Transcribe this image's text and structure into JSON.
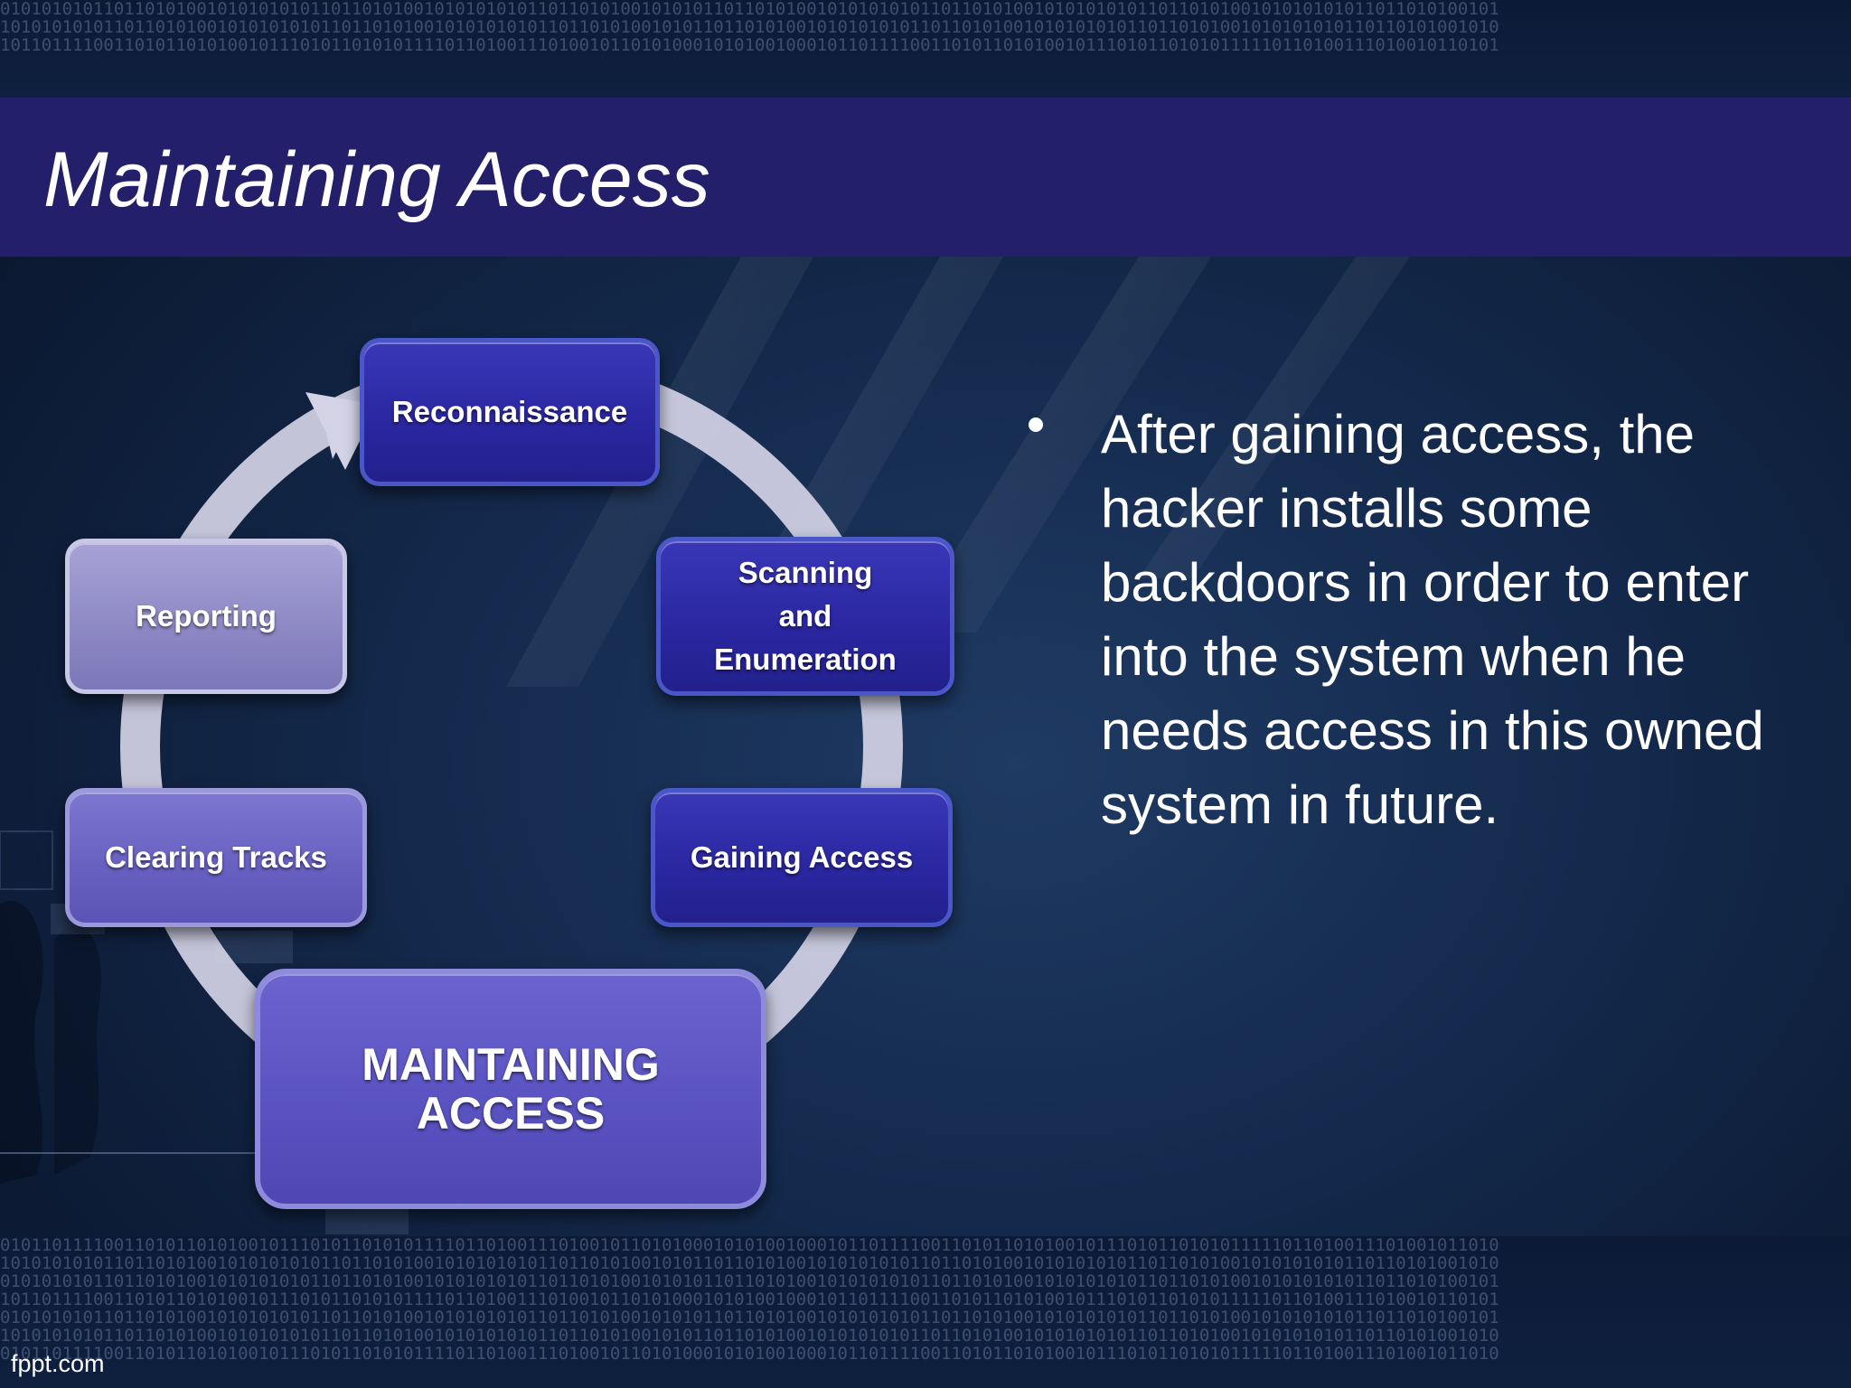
{
  "slide": {
    "title": "Maintaining Access",
    "footer_brand": "fppt.com"
  },
  "binary": {
    "top_lines": [
      "0101010101101101010010101010101101101010010101010101101101010010101011011010100101010101011011010100101010101011011010100101010101011011010100101",
      "1010101010110110101001010101010110110101001010101010110110101001010110110101001010101010110110101001010101010110110101001010101010110110101001010",
      "1011011110011010110101001011101011010101111011010011101001011010100010101001000101101111001101011010100101110101101010111110110100111010010110101"
    ],
    "bottom_lines": [
      "0101101111001101011010100101110101101010111101101001110100101101010001010100100010110111100110101101010010111010110101011111011010011101001011010",
      "1010101010110110101001010101010110110101001010101010110110101001010110110101001010101010110110101001010101010110110101001010101010110110101001010",
      "0101010101101101010010101010101101101010010101010101101101010010101011011010100101010101011011010100101010101011011010100101010101011011010100101",
      "1011011110011010110101001011101011010101111011010011101001011010100010101001000101101111001101011010100101110101101010111110110100111010010110101",
      "0101010101101101010010101010101101101010010101010101101101010010101011011010100101010101011011010100101010101011011010100101010101011011010100101",
      "1010101010110110101001010101010110110101001010101010110110101001010110110101001010101010110110101001010101010110110101001010101010110110101001010",
      "0101101111001101011010100101110101101010111101101001110100101101010001010100100010110111100110101101010010111010110101011111011010011101001011010"
    ]
  },
  "cycle": {
    "steps": {
      "reconnaissance": "Reconnaissance",
      "scanning_line1": "Scanning",
      "scanning_line2": "and",
      "scanning_line3": "Enumeration",
      "gaining_access": "Gaining Access",
      "maintaining_line1": "MAINTAINING",
      "maintaining_line2": "ACCESS",
      "clearing_tracks": "Clearing Tracks",
      "reporting": "Reporting"
    },
    "colors": {
      "ring": "#d4d3e6",
      "dark_box": "#2a26a0",
      "light_box": "#8d88c4",
      "mid_box": "#6760c1",
      "main_box": "#5a53c2"
    }
  },
  "content": {
    "bullet": "After gaining access, the hacker installs some backdoors in order to enter into the system when he needs access in this owned system in future."
  }
}
